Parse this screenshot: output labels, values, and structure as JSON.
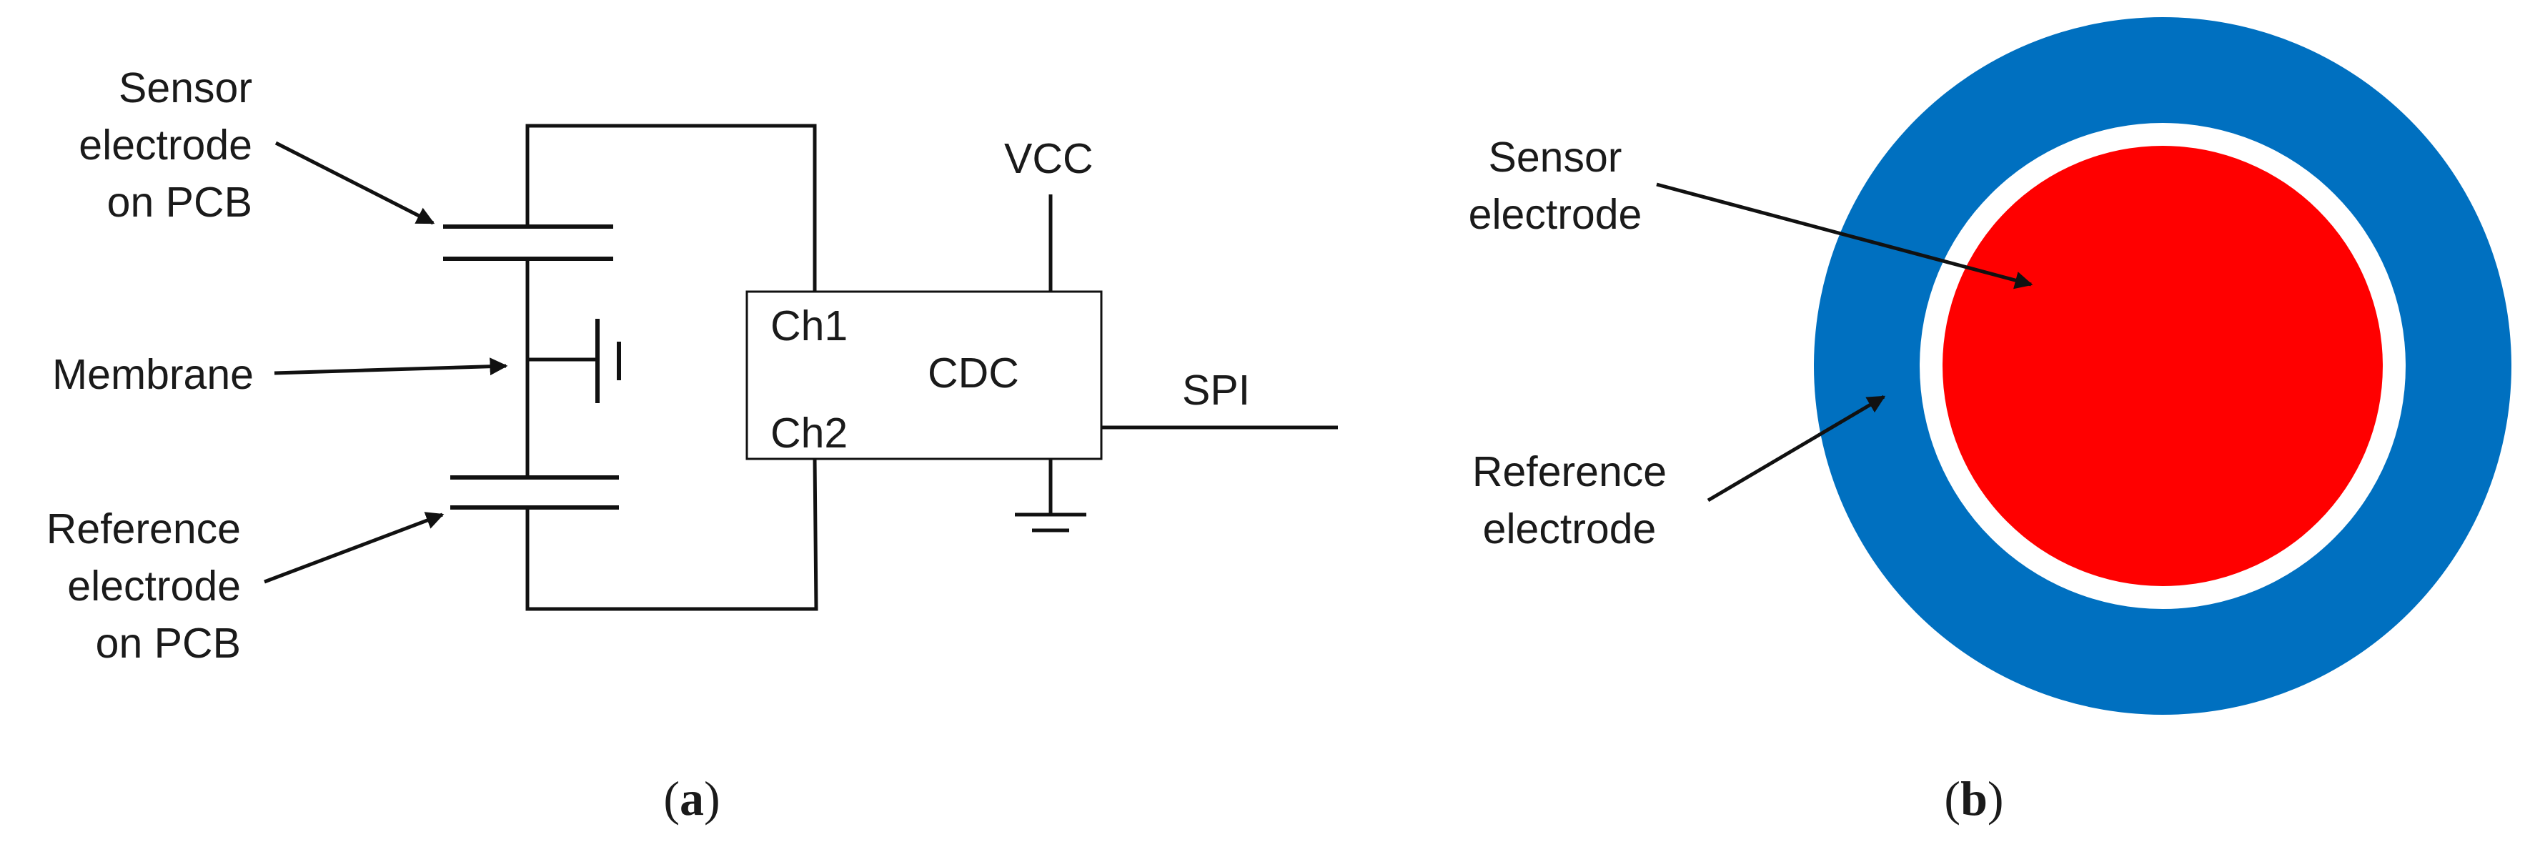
{
  "panel_a": {
    "labels": {
      "sensor_line1": "Sensor",
      "sensor_line2": "electrode",
      "sensor_line3": "on PCB",
      "membrane": "Membrane",
      "reference_line1": "Reference",
      "reference_line2": "electrode",
      "reference_line3": "on PCB",
      "vcc": "VCC",
      "ch1": "Ch1",
      "cdc": "CDC",
      "ch2": "Ch2",
      "spi": "SPI"
    },
    "caption": {
      "open": "(",
      "letter": "a",
      "close": ")"
    }
  },
  "panel_b": {
    "labels": {
      "sensor_line1": "Sensor",
      "sensor_line2": "electrode",
      "reference_line1": "Reference",
      "reference_line2": "electrode"
    },
    "colors": {
      "reference_ring": "#0070C0",
      "sensor_disc": "#FF0000",
      "gap": "#FFFFFF"
    },
    "caption": {
      "open": "(",
      "letter": "b",
      "close": ")"
    }
  }
}
